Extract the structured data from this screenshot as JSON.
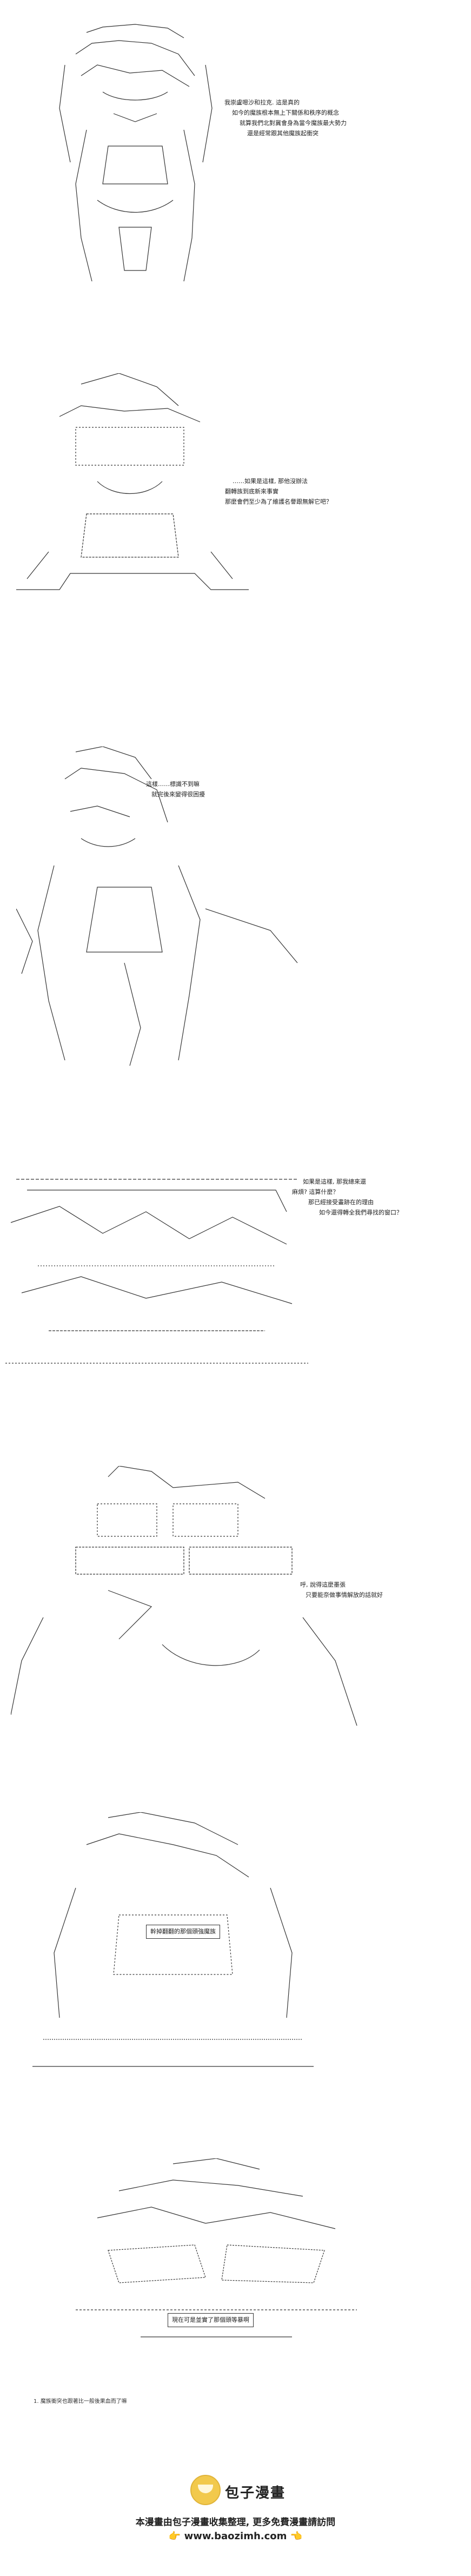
{
  "panels": [
    {
      "lines": [
        "我崇盧嗯沙和拉克. 這是真的",
        "如今的魔族根本無上下關係和秩序的概念",
        "就算我們北對冀會身為當今魔族最大勢力",
        "還是經常跟其他魔族起衝突"
      ]
    },
    {
      "lines": [
        "……如果是這樣, 那他沒辦法",
        "翻轉族到底新來事實",
        "那麼會們至少為了維護名譽跟無解它吧？"
      ]
    },
    {
      "lines": [
        "這樣……標識不到嘛",
        "就完後來變得很困擾"
      ]
    },
    {
      "lines": [
        "如果是這樣, 那我總來還",
        "麻煩? 這算什麼？",
        "那已經接受畫跡在的理由",
        "如今還得轉全我們尋找的窗口？"
      ]
    },
    {
      "lines": [
        "呼, 說得這麼墨張",
        "只要能奈做事情解放的話就好"
      ]
    },
    {
      "boxed": "幹掉翻翻的那個頭強魔族"
    },
    {
      "boxed": "現在可是並實了那個頭等暴啊"
    }
  ],
  "footnote": "1. 魔族衝突也跟著比一般後果血而了嘛",
  "watermark": {
    "brand": "包子漫畫",
    "line1": "本漫畫由包子漫畫收集整理, 更多免費漫畫請訪問",
    "line2": "www.baozimh.com",
    "hand_left": "👉",
    "hand_right": "👈"
  },
  "colors": {
    "ink": "#111111",
    "logo": "#f2c94c"
  }
}
